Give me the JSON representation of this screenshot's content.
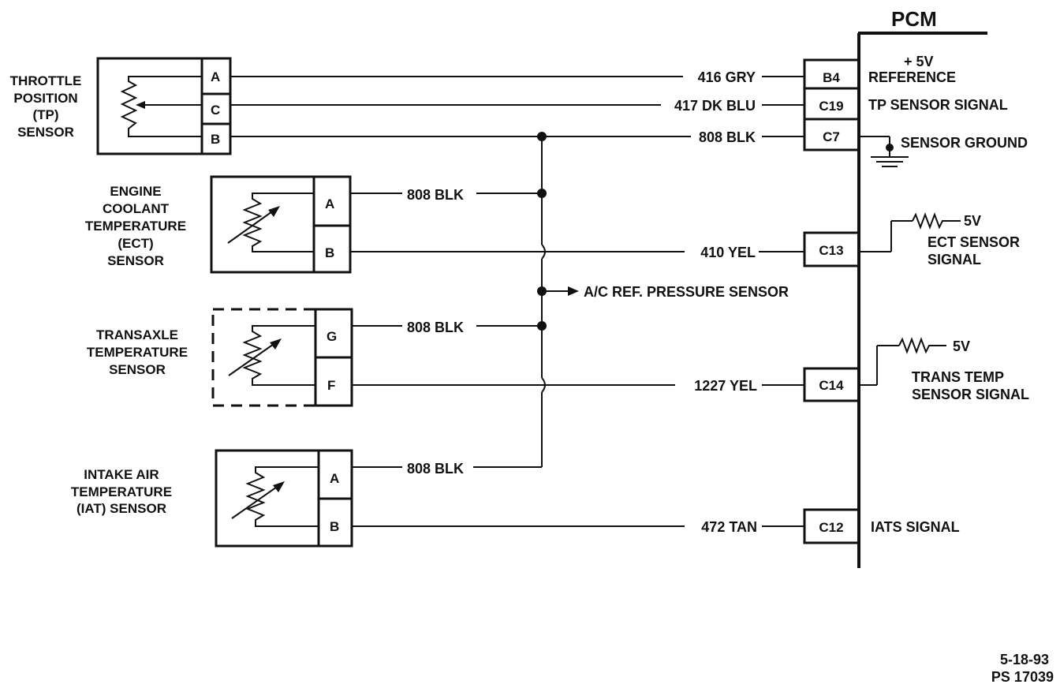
{
  "pcm": {
    "title": "PCM",
    "pins": {
      "b4": "B4",
      "c19": "C19",
      "c7": "C7",
      "c13": "C13",
      "c14": "C14",
      "c12": "C12"
    },
    "signals": {
      "ref_line1": "+ 5V",
      "ref_line2": "REFERENCE",
      "tp_signal": "TP SENSOR  SIGNAL",
      "sensor_ground": "SENSOR GROUND",
      "ect_5v": "5V",
      "ect_line1": "ECT SENSOR",
      "ect_line2": "SIGNAL",
      "trans_5v": "5V",
      "trans_line1": "TRANS TEMP",
      "trans_line2": "SENSOR SIGNAL",
      "iats": "IATS SIGNAL"
    }
  },
  "sensors": {
    "tp": {
      "lines": [
        "THROTTLE",
        "POSITION",
        "(TP)",
        "SENSOR"
      ],
      "pins": [
        "A",
        "C",
        "B"
      ]
    },
    "ect": {
      "lines": [
        "ENGINE",
        "COOLANT",
        "TEMPERATURE",
        "(ECT)",
        "SENSOR"
      ],
      "pins": [
        "A",
        "B"
      ]
    },
    "trans": {
      "lines": [
        "TRANSAXLE",
        "TEMPERATURE",
        "SENSOR"
      ],
      "pins": [
        "G",
        "F"
      ]
    },
    "iat": {
      "lines": [
        "INTAKE AIR",
        "TEMPERATURE",
        "(IAT) SENSOR"
      ],
      "pins": [
        "A",
        "B"
      ]
    }
  },
  "wires": {
    "w416": "416 GRY",
    "w417": "417 DK BLU",
    "w808_tp": "808 BLK",
    "w808_ect": "808 BLK",
    "w410": "410 YEL",
    "w808_trans": "808 BLK",
    "w1227": "1227 YEL",
    "w808_iat": "808 BLK",
    "w472": "472 TAN"
  },
  "ac_ref": "A/C REF. PRESSURE SENSOR",
  "footer": {
    "date": "5-18-93",
    "code": "PS 17039"
  }
}
